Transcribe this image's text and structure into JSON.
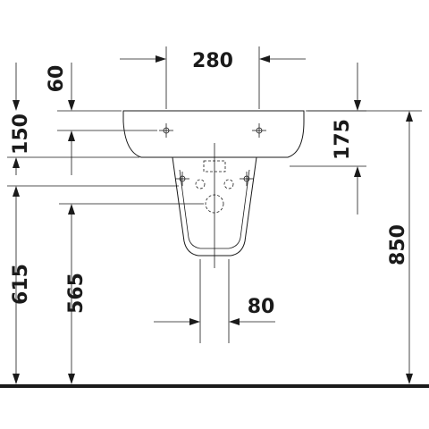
{
  "dimensions": {
    "tap_hole_spacing": "280",
    "tap_hole_from_top": "60",
    "basin_height": "150",
    "depth_right": "175",
    "overall_height": "850",
    "left_height_outer": "615",
    "left_height_inner": "565",
    "waste_offset": "80"
  }
}
